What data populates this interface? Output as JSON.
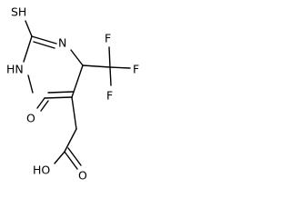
{
  "molecule": {
    "atom_labels": {
      "sh": "SH",
      "n_ring": "N",
      "nh": "HN",
      "o_keto": "O",
      "f1": "F",
      "f2": "F",
      "f3": "F",
      "oh": "HO",
      "o_acid": "O"
    },
    "colors": {
      "bond": "#000000",
      "label": "#000000",
      "background": "#ffffff"
    }
  }
}
